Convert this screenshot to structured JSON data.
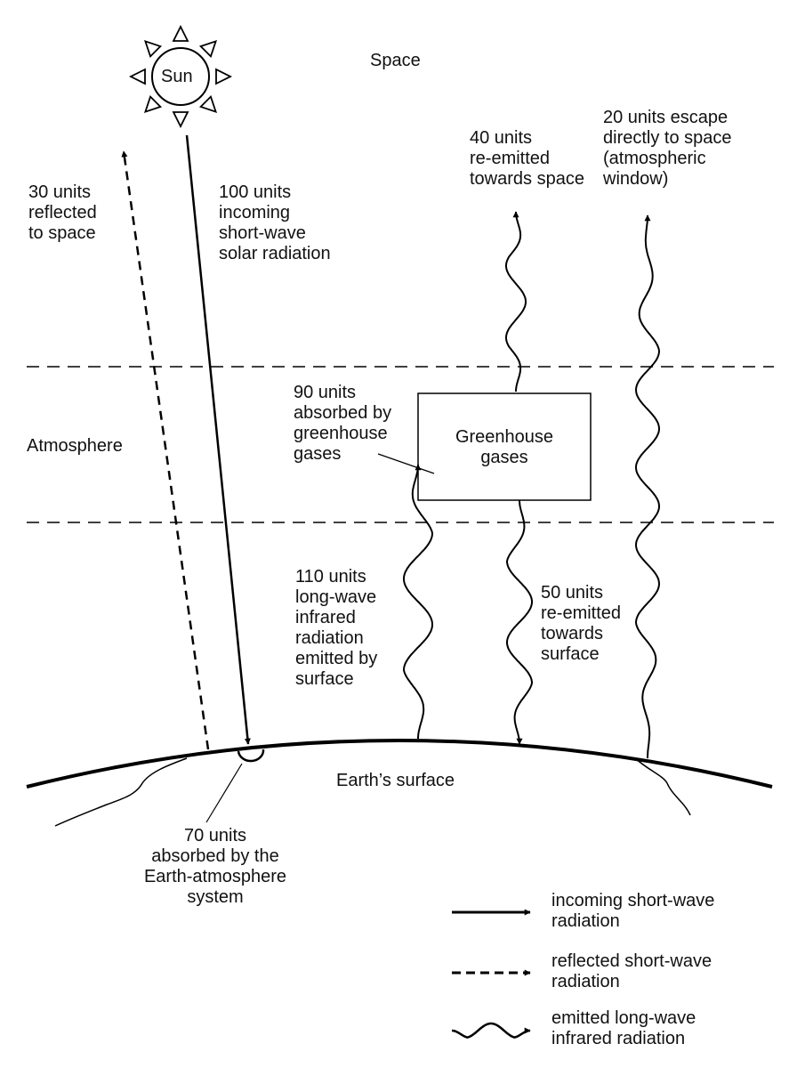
{
  "zones": {
    "space": "Space",
    "atmosphere": "Atmosphere",
    "surface": "Earth’s surface"
  },
  "sun": {
    "label": "Sun"
  },
  "box": {
    "label": "Greenhouse\ngases"
  },
  "flows": {
    "reflected": {
      "value": 30,
      "text": "30 units\nreflected\nto space"
    },
    "incoming": {
      "value": 100,
      "text": "100 units\nincoming\nshort-wave\nsolar radiation"
    },
    "absorbed_surface": {
      "value": 70,
      "text": "70 units\nabsorbed by the\nEarth-atmosphere\nsystem"
    },
    "emitted_surface": {
      "value": 110,
      "text": "110 units\nlong-wave\ninfrared\nradiation\nemitted by\nsurface"
    },
    "absorbed_ghg": {
      "value": 90,
      "text": "90 units\nabsorbed by\ngreenhouse\ngases"
    },
    "reemitted_space": {
      "value": 40,
      "text": "40 units\nre-emitted\ntowards space"
    },
    "window": {
      "value": 20,
      "text": "20 units escape\ndirectly to space\n(atmospheric\nwindow)"
    },
    "reemitted_surface": {
      "value": 50,
      "text": "50 units\nre-emitted\ntowards\nsurface"
    }
  },
  "legend": {
    "incoming": "incoming short-wave\nradiation",
    "reflected": "reflected short-wave\nradiation",
    "emitted": "emitted long-wave\ninfrared radiation"
  }
}
